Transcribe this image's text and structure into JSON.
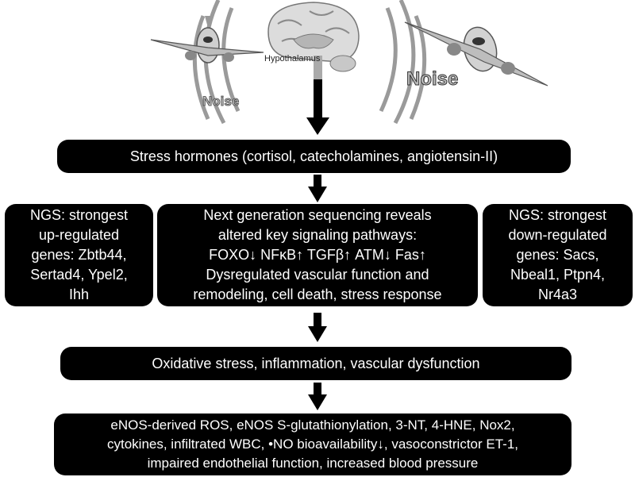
{
  "illustration": {
    "hypothalamus_label": "Hypothalamus",
    "noise_left": "Noise",
    "noise_right": "Noise"
  },
  "stress_box": {
    "text": "Stress hormones (cortisol, catecholamines, angiotensin-II)"
  },
  "up_box": {
    "lines": [
      "NGS: strongest",
      "up-regulated",
      "genes: Zbtb44,",
      "Sertad4, Ypel2,",
      "Ihh"
    ]
  },
  "ngs_box": {
    "lines": [
      "Next generation sequencing reveals",
      "altered key signaling pathways:",
      "FOXO↓ NFκB↑ TGFβ↑ ATM↓ Fas↑",
      "Dysregulated vascular function and",
      "remodeling, cell death, stress response"
    ]
  },
  "down_box": {
    "lines": [
      "NGS: strongest",
      "down-regulated",
      "genes: Sacs,",
      "Nbeal1, Ptpn4,",
      "Nr4a3"
    ]
  },
  "oxid_box": {
    "text": "Oxidative stress, inflammation, vascular dysfunction"
  },
  "effects_box": {
    "lines": [
      "eNOS-derived ROS, eNOS S-glutathionylation, 3-NT, 4-HNE, Nox2,",
      "cytokines, infiltrated WBC, •NO bioavailability↓, vasoconstrictor ET-1,",
      "impaired endothelial function, increased blood pressure"
    ]
  }
}
